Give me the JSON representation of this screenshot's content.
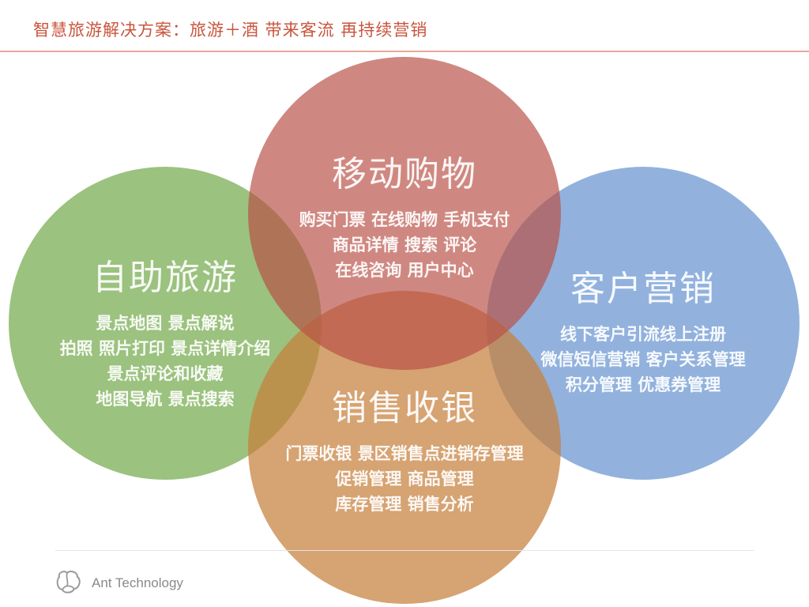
{
  "header": {
    "title": "智慧旅游解决方案：旅游＋酒 带来客流 再持续营销"
  },
  "circles": {
    "green": {
      "title": "自助旅游",
      "lines": [
        "景点地图 景点解说",
        "拍照 照片打印 景点详情介绍",
        "景点评论和收藏",
        "地图导航 景点搜索"
      ],
      "color": "#70a847"
    },
    "blue": {
      "title": "客户营销",
      "lines": [
        "线下客户引流线上注册",
        "微信短信营销 客户关系管理",
        "积分管理 优惠券管理"
      ],
      "color": "#6e98d2"
    },
    "orange": {
      "title": "销售收银",
      "lines": [
        "门票收银 景区销售点进销存管理",
        "促销管理 商品管理",
        "库存管理 销售分析"
      ],
      "color": "#c6803c"
    },
    "red": {
      "title": "移动购物",
      "lines": [
        "购买门票 在线购物 手机支付",
        "商品详情 搜索 评论",
        "在线咨询 用户中心"
      ],
      "color": "#b85046"
    }
  },
  "footer": {
    "brand": "Ant Technology",
    "logo_icon": "ant-logo-icon"
  }
}
